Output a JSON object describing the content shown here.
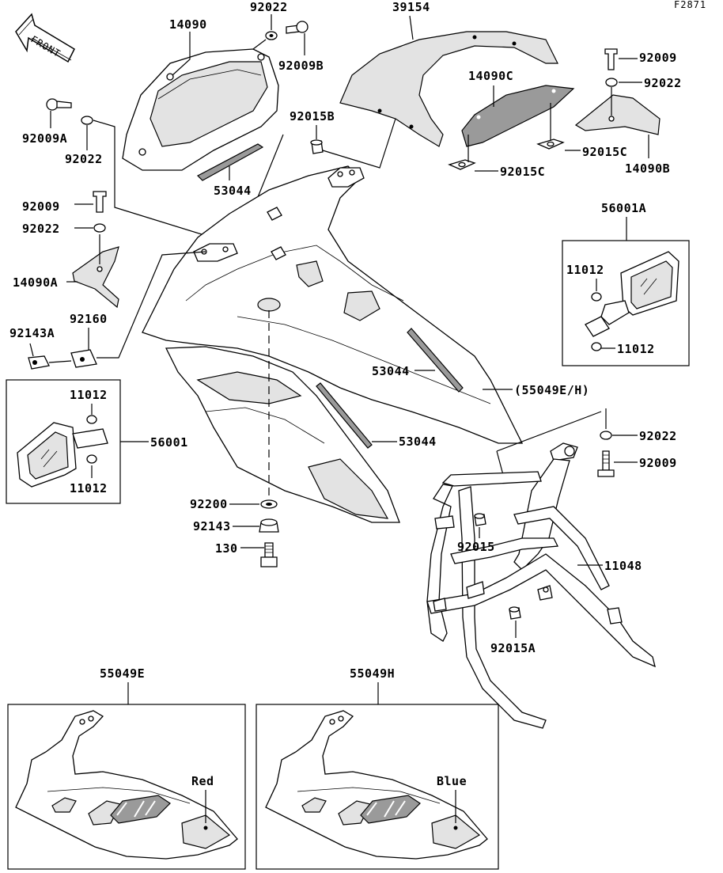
{
  "figure_code": "F2871",
  "front_label": "FRONT",
  "labels": {
    "p14090": "14090",
    "p92022_top": "92022",
    "p92009B": "92009B",
    "p39154": "39154",
    "p92009_tr": "92009",
    "p92022_tr": "92022",
    "p14090C": "14090C",
    "p14090B": "14090B",
    "p92015C_a": "92015C",
    "p92015C_b": "92015C",
    "p92009A": "92009A",
    "p92022_l": "92022",
    "p92015B": "92015B",
    "p53044_a": "53044",
    "p92009_l": "92009",
    "p92022_l2": "92022",
    "p14090A": "14090A",
    "p92143A": "92143A",
    "p92160": "92160",
    "p56001A": "56001A",
    "p11012_r1": "11012",
    "p11012_r2": "11012",
    "p53044_b": "53044",
    "p55049EH": "(55049E/H)",
    "p53044_c": "53044",
    "p11012_l1": "11012",
    "p11012_l2": "11012",
    "p56001": "56001",
    "p92022_r": "92022",
    "p92009_r": "92009",
    "p92200": "92200",
    "p92143": "92143",
    "p130": "130",
    "p92015": "92015",
    "p11048": "11048",
    "p92015A": "92015A",
    "p55049E": "55049E",
    "p55049H": "55049H",
    "red": "Red",
    "blue": "Blue"
  }
}
